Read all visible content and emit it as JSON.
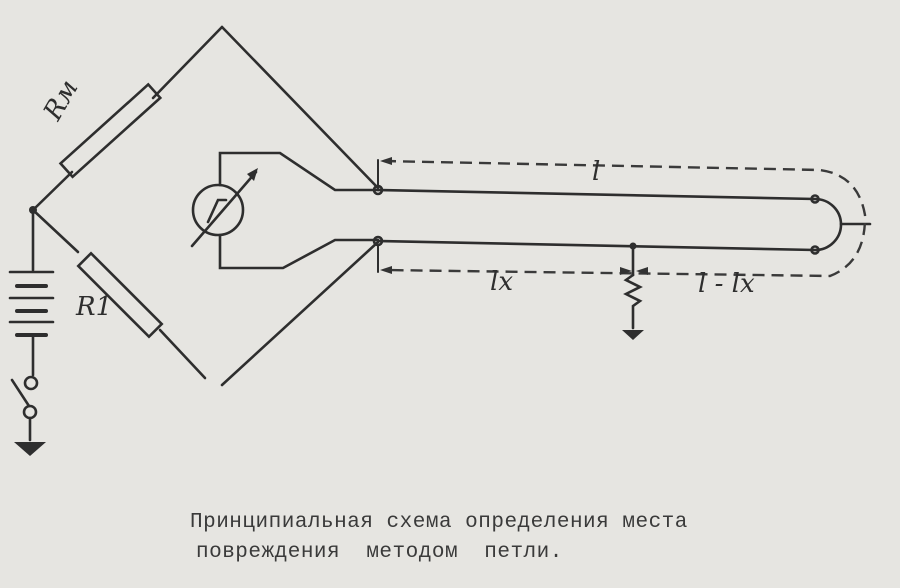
{
  "diagram": {
    "labels": {
      "resistor_top": "Rм",
      "resistor_bottom": "R1",
      "loop_length": "l",
      "fault_distance": "lx",
      "remaining_length": "l - lx"
    }
  },
  "caption": {
    "line1": "Принципиальная схема определения места",
    "line2": "повреждения  методом  петли."
  }
}
